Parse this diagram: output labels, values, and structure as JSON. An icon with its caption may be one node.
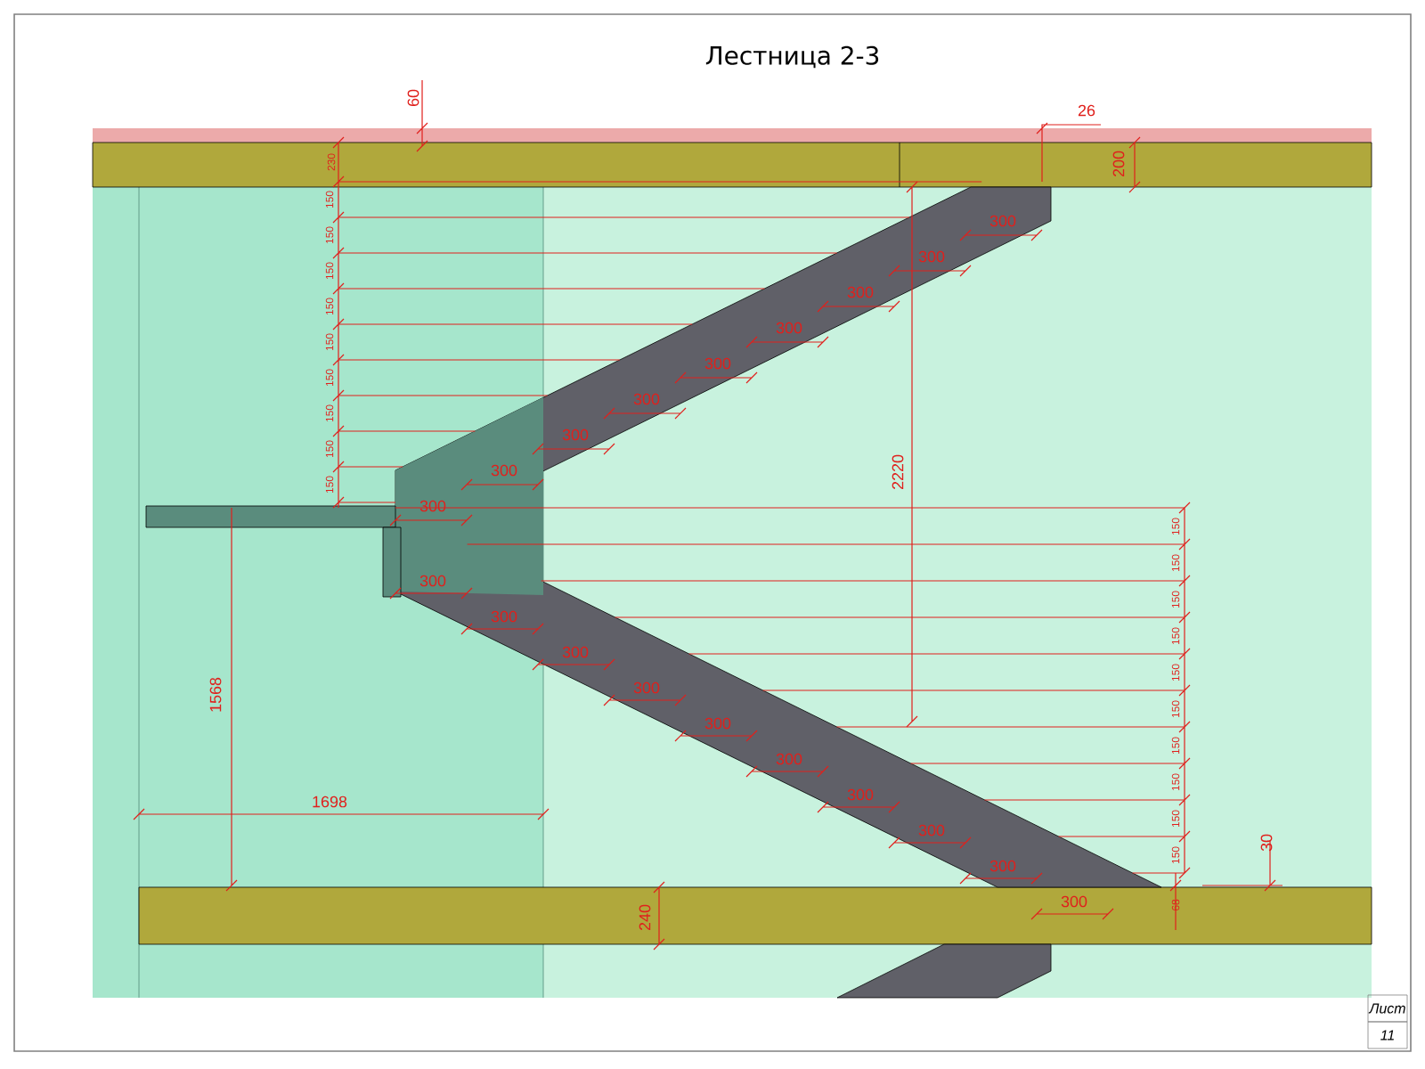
{
  "diagram": {
    "title": "Лестница 2-3",
    "labels": [
      "60",
      "26",
      "230",
      "200",
      "150",
      "150",
      "150",
      "150",
      "150",
      "150",
      "150",
      "150",
      "150",
      "300",
      "300",
      "300",
      "300",
      "300",
      "300",
      "300",
      "300",
      "300",
      "2220",
      "150",
      "150",
      "150",
      "150",
      "150",
      "150",
      "150",
      "150",
      "150",
      "150",
      "300",
      "300",
      "300",
      "300",
      "300",
      "300",
      "300",
      "300",
      "300",
      "300",
      "1568",
      "1698",
      "240",
      "68",
      "30",
      "Лист",
      "11"
    ]
  }
}
